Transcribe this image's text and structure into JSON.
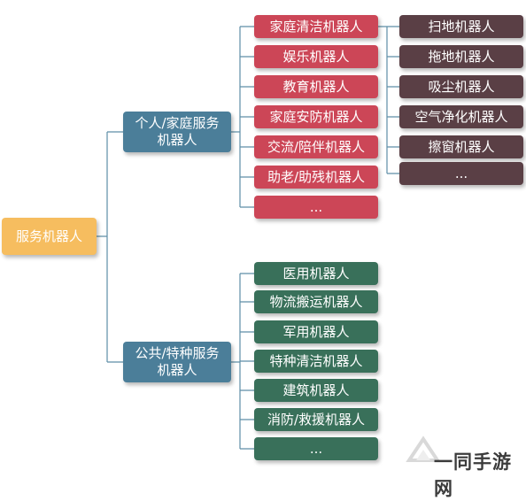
{
  "root": "服务机器人",
  "personal": {
    "title": "个人/家庭服务\n机器人",
    "items": [
      "家庭清洁机器人",
      "娱乐机器人",
      "教育机器人",
      "家庭安防机器人",
      "交流/陪伴机器人",
      "助老/助残机器人",
      "..."
    ],
    "cleaning": [
      "扫地机器人",
      "拖地机器人",
      "吸尘机器人",
      "空气净化机器人",
      "擦窗机器人",
      "..."
    ]
  },
  "public": {
    "title": "公共/特种服务\n机器人",
    "items": [
      "医用机器人",
      "物流搬运机器人",
      "军用机器人",
      "特种清洁机器人",
      "建筑机器人",
      "消防/救援机器人",
      "..."
    ]
  },
  "colors": {
    "root": "#f6bd5f",
    "mid": "#4b7e99",
    "personal": "#cc4657",
    "public": "#39705a",
    "cleaning": "#5a3f45"
  },
  "watermark": "一同手游网"
}
